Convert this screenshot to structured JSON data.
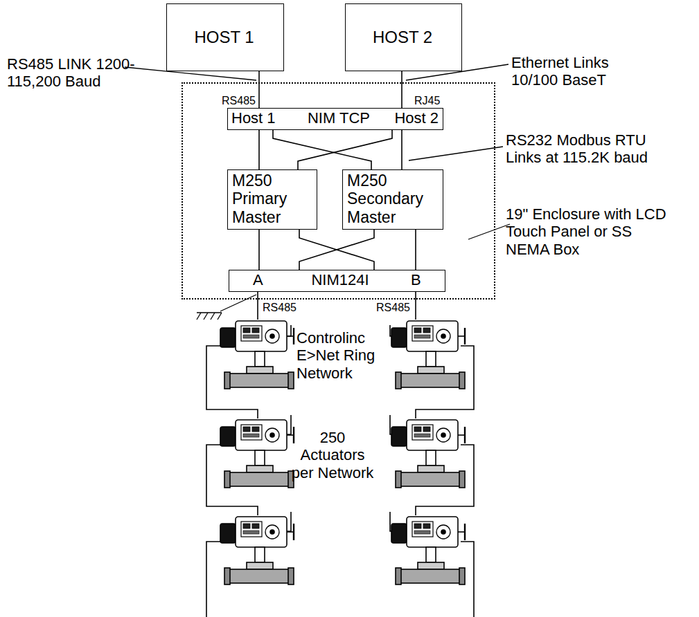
{
  "diagram": {
    "nodes": [
      {
        "text": [
          "HOST 1"
        ]
      },
      {
        "text": [
          "HOST 2"
        ]
      },
      {
        "text": [
          "19\" Enclosure with LCD Touch Panel or SS NEMA Box"
        ]
      },
      {
        "text": [
          "Host 1",
          "NIM TCP",
          "Host 2"
        ],
        "in": 2
      },
      {
        "text": [
          "M250 Primary Master"
        ],
        "in": 2
      },
      {
        "text": [
          "M250 Secondary Master"
        ],
        "in": 2
      },
      {
        "text": [
          "A",
          "NIM124I",
          "B"
        ],
        "in": 2
      }
    ],
    "edges": [
      {
        "from": 0,
        "to": 3,
        "arrow": "none"
      },
      {
        "from": 1,
        "to": 3,
        "arrow": "none"
      },
      {
        "from": 3,
        "to": 4,
        "arrow": "none"
      },
      {
        "from": 3,
        "to": 4,
        "arrow": "none"
      },
      {
        "from": 3,
        "to": 5,
        "arrow": "none"
      },
      {
        "from": 3,
        "to": 5,
        "arrow": "none"
      },
      {
        "from": 4,
        "to": 6,
        "arrow": "none"
      },
      {
        "from": 4,
        "to": 6,
        "arrow": "none"
      },
      {
        "from": 5,
        "to": 6,
        "arrow": "none"
      },
      {
        "from": 5,
        "to": 6,
        "arrow": "none"
      }
    ],
    "labels": [
      "RS485",
      "RJ45",
      "RS485 LINK 1200-115,200 Baud",
      "Ethernet Links 10/100 BaseT",
      "RS232 Modbus RTU Links at 115.2K baud",
      "RS485",
      "RS485",
      "Controlinc E>Net Ring Network",
      "250 Actuators per Network"
    ]
  }
}
